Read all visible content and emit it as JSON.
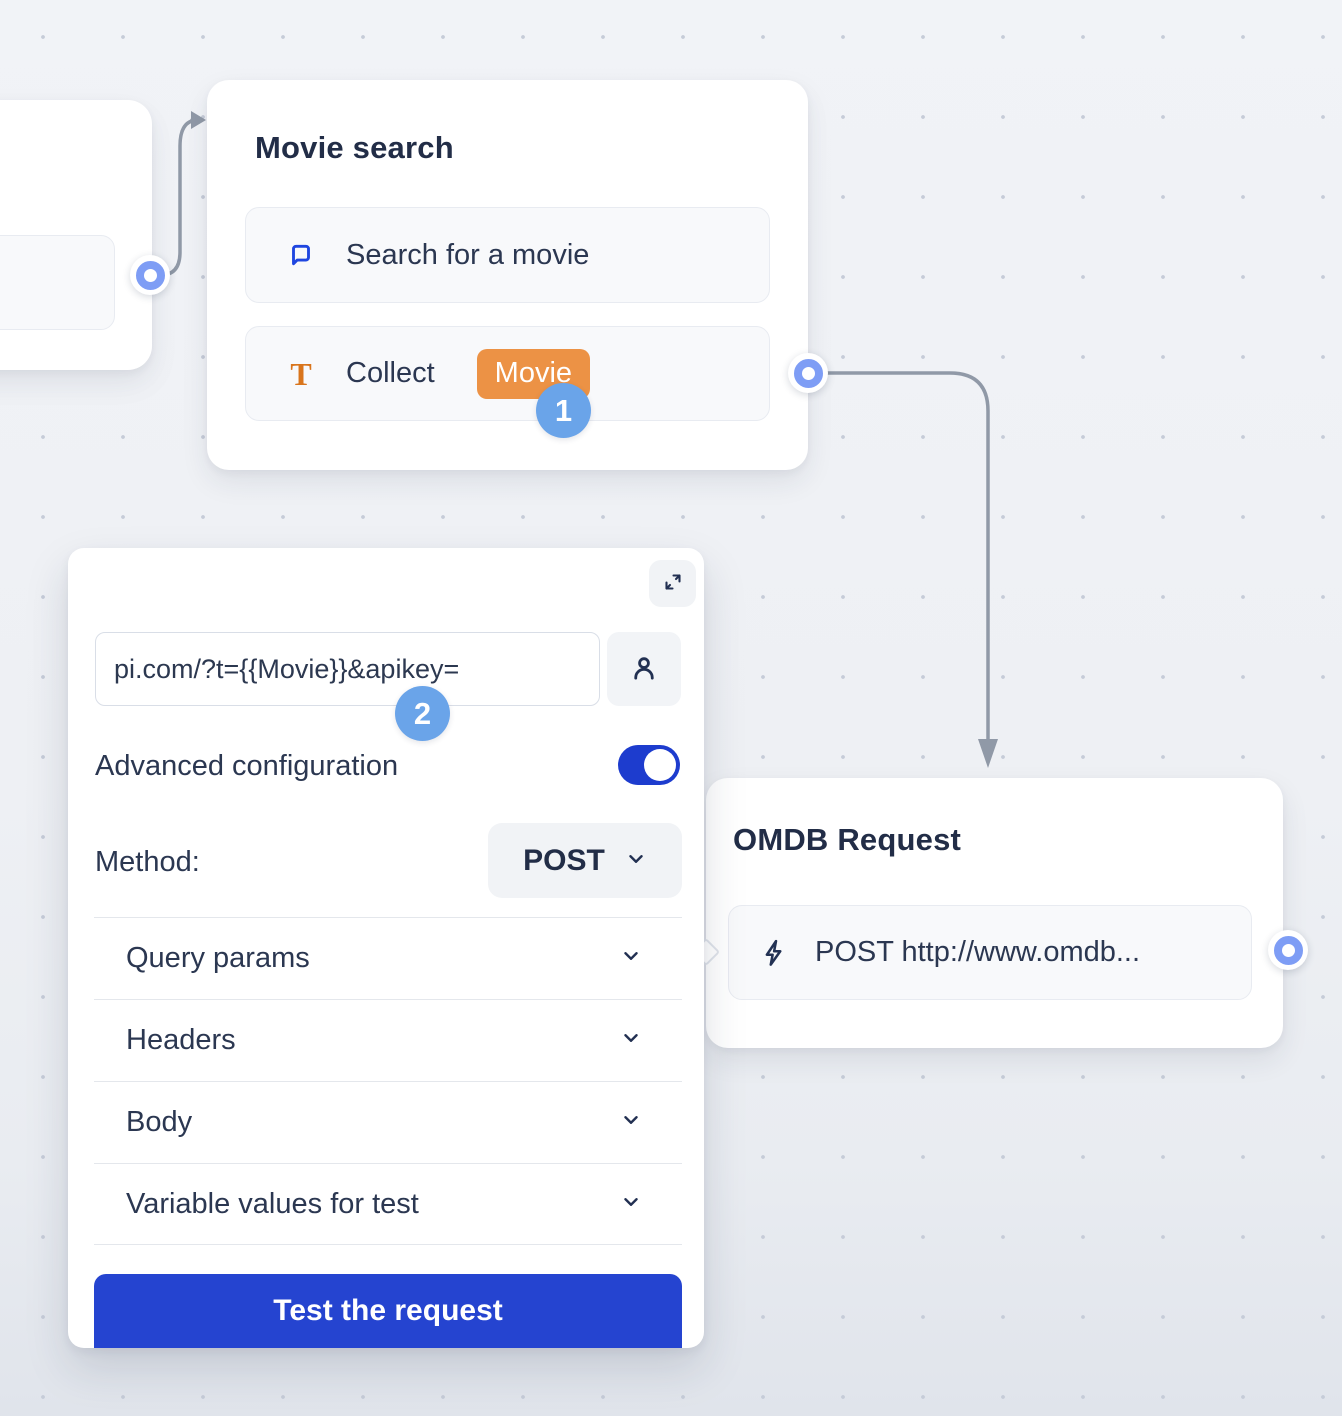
{
  "colors": {
    "accent_blue": "#2544d0",
    "toggle_blue": "#1d3cce",
    "badge_blue": "#6aa4e9",
    "chip_orange": "#ec9245",
    "icon_orange": "#d9751c",
    "icon_blue": "#1f46e0",
    "port_blue": "#7e9df5",
    "connector_gray": "#9099a7"
  },
  "icons": {
    "text_glyph": "T"
  },
  "badges": {
    "step1": "1",
    "step2": "2"
  },
  "movie_node": {
    "title": "Movie search",
    "item1_label": "Search for a movie",
    "item2_label": "Collect",
    "item2_variable": "Movie"
  },
  "omdb_node": {
    "title": "OMDB Request",
    "item_label": "POST http://www.omdb..."
  },
  "panel": {
    "url_value": "pi.com/?t={{Movie}}&apikey=",
    "advanced_label": "Advanced configuration",
    "method_label": "Method:",
    "method_value": "POST",
    "sections": [
      "Query params",
      "Headers",
      "Body",
      "Variable values for test"
    ],
    "test_button_label": "Test the request"
  }
}
